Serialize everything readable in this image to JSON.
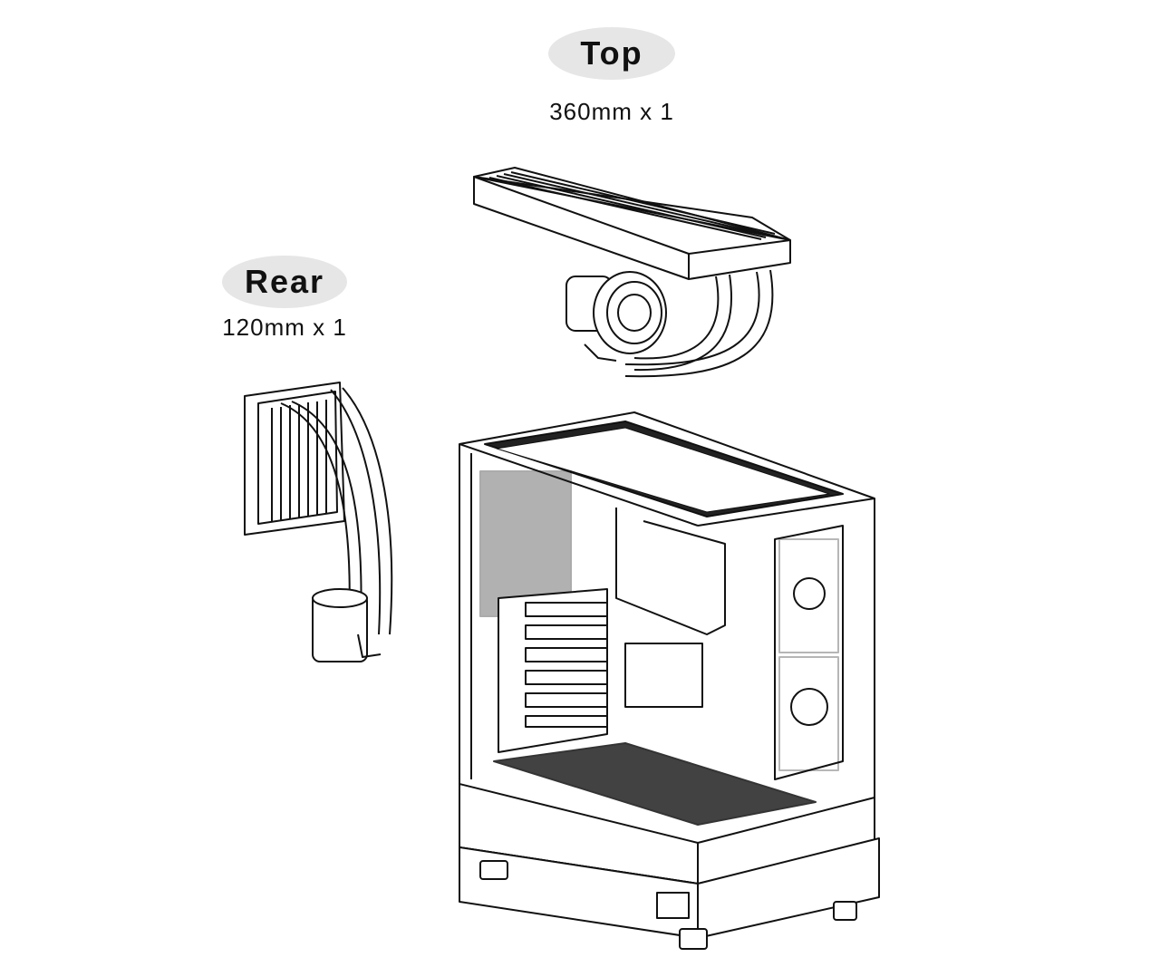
{
  "labels": {
    "top": {
      "title": "Top",
      "quantity": "360mm x 1"
    },
    "rear": {
      "title": "Rear",
      "quantity": "120mm x 1"
    }
  },
  "colors": {
    "pill": "#e6e6e6",
    "line": "#111111"
  }
}
